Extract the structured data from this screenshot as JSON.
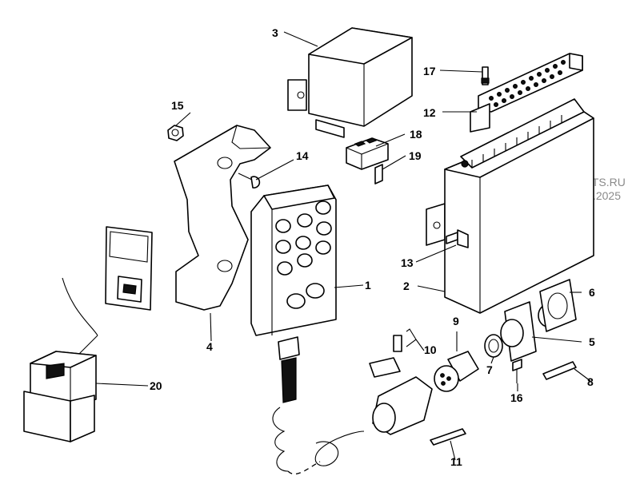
{
  "watermark": {
    "line1": "WWW.ILCATS.RU",
    "line2": "05:16 09.06.2025"
  },
  "callouts": {
    "c1": "1",
    "c2": "2",
    "c3": "3",
    "c4": "4",
    "c5": "5",
    "c6": "6",
    "c7": "7",
    "c8": "8",
    "c9": "9",
    "c10": "10",
    "c11": "11",
    "c12": "12",
    "c13": "13",
    "c14": "14",
    "c15": "15",
    "c16": "16",
    "c17": "17",
    "c18": "18",
    "c19": "19",
    "c20": "20"
  }
}
